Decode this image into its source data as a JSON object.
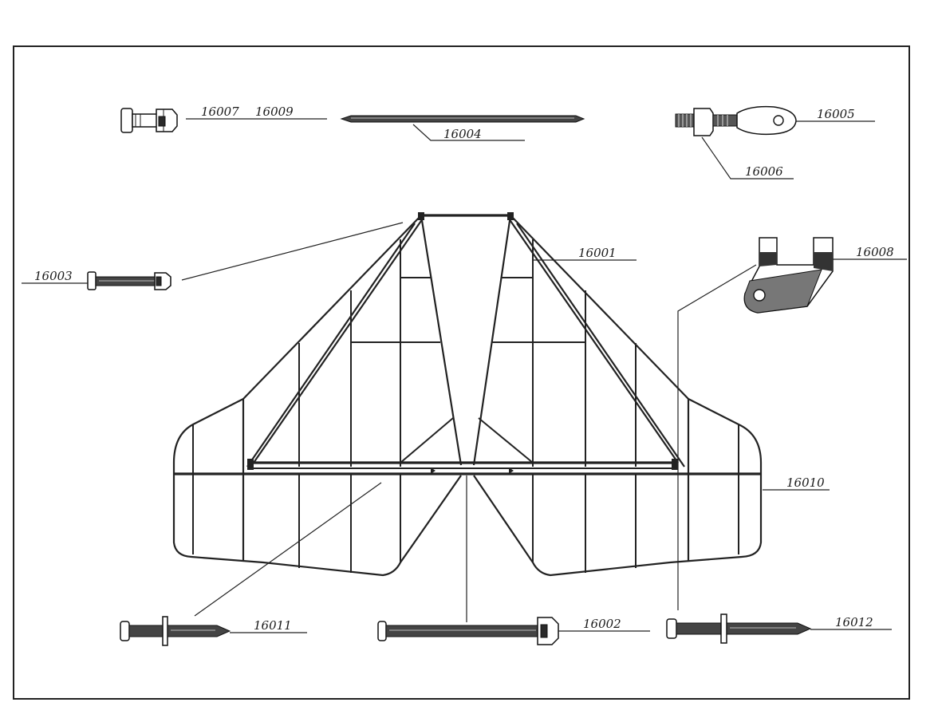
{
  "labels": {
    "p16001": "16001",
    "p16002": "16002",
    "p16003": "16003",
    "p16004": "16004",
    "p16005": "16005",
    "p16006": "16006",
    "p16007": "16007",
    "p16008": "16008",
    "p16009": "16009",
    "p16010": "16010",
    "p16011": "16011",
    "p16012": "16012"
  }
}
